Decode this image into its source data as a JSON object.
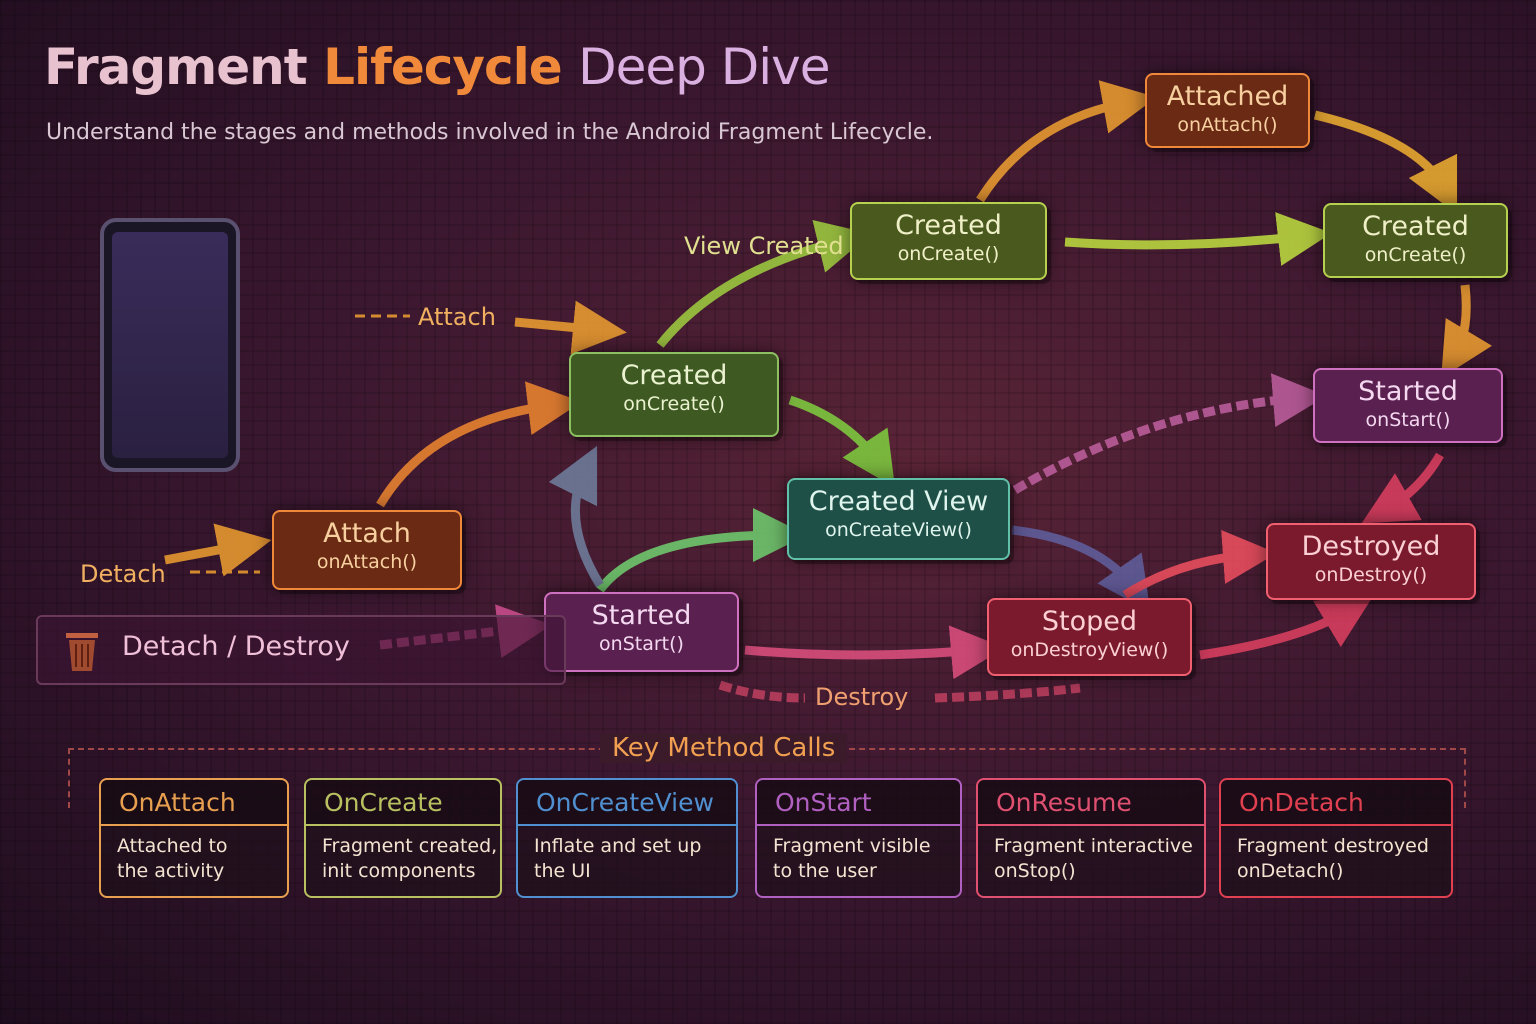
{
  "title": {
    "part1": "Fragment",
    "part2": "Lifecycle",
    "part3": "Deep Dive"
  },
  "subtitle": "Understand the stages and methods involved in the Android Fragment Lifecycle.",
  "nodes": [
    {
      "state": "Attached",
      "method": "onAttach()",
      "color": "orange"
    },
    {
      "state": "Created",
      "method": "onCreate()",
      "color": "olive"
    },
    {
      "state": "Created",
      "method": "onCreate()",
      "color": "olive"
    },
    {
      "state": "Created",
      "method": "onCreate()",
      "color": "green"
    },
    {
      "state": "Started",
      "method": "onStart()",
      "color": "purple"
    },
    {
      "state": "Created View",
      "method": "onCreateView()",
      "color": "teal"
    },
    {
      "state": "Attach",
      "method": "onAttach()",
      "color": "orange"
    },
    {
      "state": "Destroyed",
      "method": "onDestroy()",
      "color": "red"
    },
    {
      "state": "Started",
      "method": "onStart()",
      "color": "purple"
    },
    {
      "state": "Stoped",
      "method": "onDestroyView()",
      "color": "red"
    }
  ],
  "labels": {
    "view_created": "View Created",
    "attach": "Attach",
    "detach": "Detach",
    "detach_destroy": "Detach / Destroy",
    "destroy": "Destroy"
  },
  "key_methods": {
    "title": "Key Method Calls",
    "cards": [
      {
        "name": "OnAttach",
        "desc1": "Attached to",
        "desc2": "the activity",
        "color": "#e8a050"
      },
      {
        "name": "OnCreate",
        "desc1": "Fragment created,",
        "desc2": "init components",
        "color": "#b8c060"
      },
      {
        "name": "OnCreateView",
        "desc1": "Inflate and set up",
        "desc2": "the UI",
        "color": "#5090d0"
      },
      {
        "name": "OnStart",
        "desc1": "Fragment visible",
        "desc2": "to the user",
        "color": "#b060c0"
      },
      {
        "name": "OnResume",
        "desc1": "Fragment interactive",
        "desc2": "onStop()",
        "color": "#e05070"
      },
      {
        "name": "OnDetach",
        "desc1": "Fragment destroyed",
        "desc2": "onDetach()",
        "color": "#e04050"
      }
    ]
  }
}
